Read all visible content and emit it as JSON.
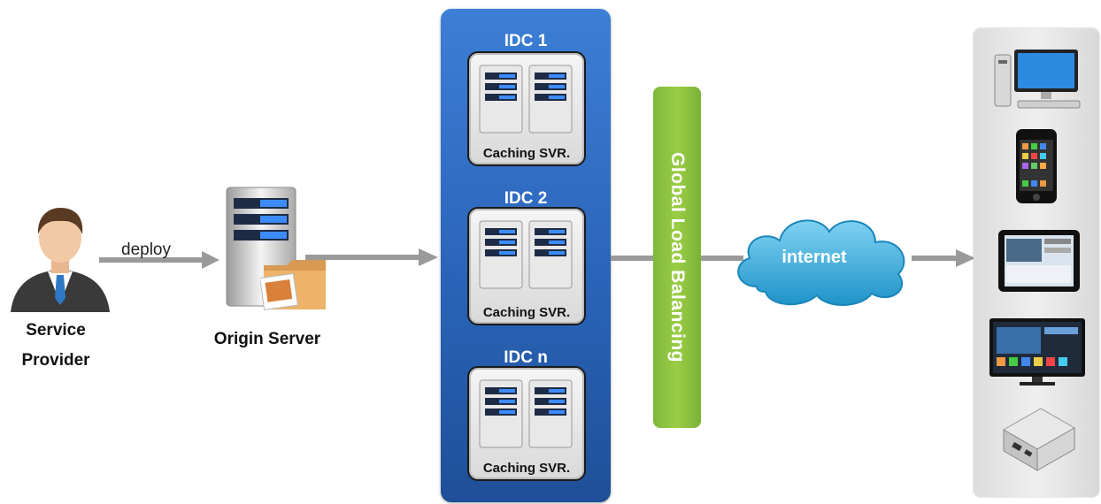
{
  "provider": {
    "line1": "Service",
    "line2": "Provider"
  },
  "deploy_label": "deploy",
  "origin": {
    "label": "Origin Server"
  },
  "idcs": [
    {
      "title": "IDC 1",
      "server_label": "Caching SVR."
    },
    {
      "title": "IDC 2",
      "server_label": "Caching SVR."
    },
    {
      "title": "IDC n",
      "server_label": "Caching SVR."
    }
  ],
  "glb": {
    "label": "Global Load Balancing"
  },
  "cloud": {
    "label": "internet"
  },
  "devices": [
    "desktop-computer",
    "smartphone",
    "tablet",
    "smart-tv",
    "set-top-box"
  ],
  "colors": {
    "idc_panel": "#2a64b8",
    "glb_bar": "#8dc63f",
    "cloud": "#2fa7d8",
    "arrow": "#9a9a9a",
    "devices_panel": "#e6e6e6"
  }
}
